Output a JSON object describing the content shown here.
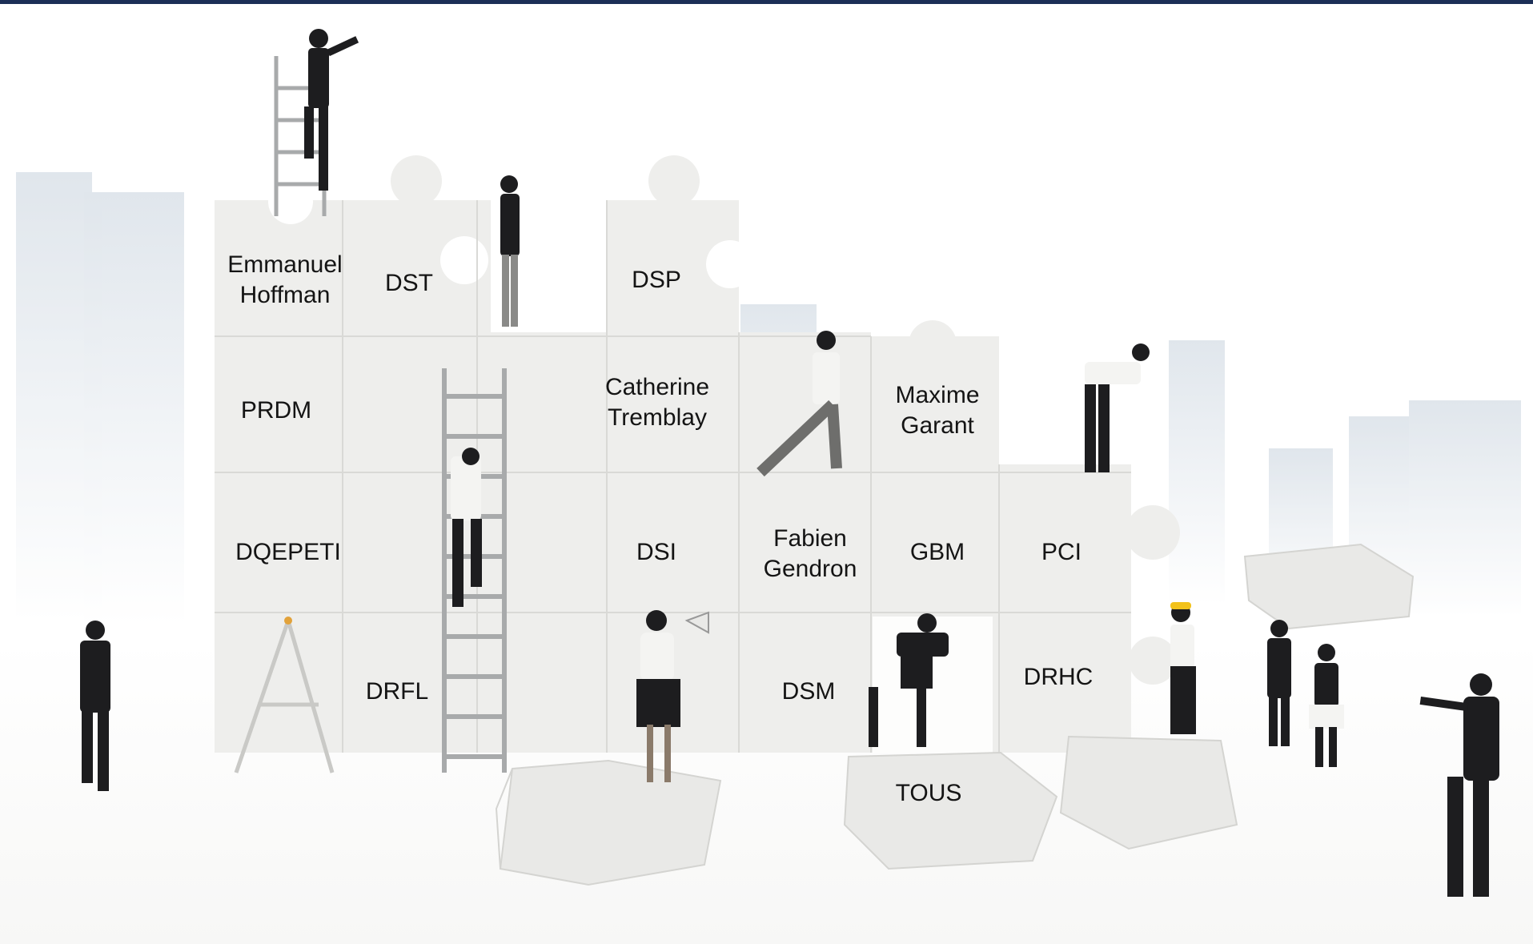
{
  "colors": {
    "top_bar": "#1c2f57",
    "puzzle_fill": "#eeeeec",
    "puzzle_seam": "#d9d9d6",
    "buildings": "#dfe6ec",
    "people_suit": "#1d1d1f",
    "shirt": "#f4f4f2",
    "label_text": "#141414"
  },
  "icons": [
    "person-figure-icon",
    "ladder-icon",
    "stepladder-icon",
    "megaphone-icon",
    "hard-hat-icon"
  ],
  "labels": {
    "emmanuel_hoffman": [
      "Emmanuel",
      "Hoffman"
    ],
    "dst": "DST",
    "dsp": "DSP",
    "prdm": "PRDM",
    "catherine_tremblay": [
      "Catherine",
      "Tremblay"
    ],
    "maxime_garant": [
      "Maxime",
      "Garant"
    ],
    "dqepeti": "DQEPETI",
    "dsi": "DSI",
    "fabien_gendron": [
      "Fabien",
      "Gendron"
    ],
    "gbm": "GBM",
    "pci": "PCI",
    "drfl": "DRFL",
    "dsm": "DSM",
    "drhc": "DRHC",
    "tous": "TOUS"
  }
}
